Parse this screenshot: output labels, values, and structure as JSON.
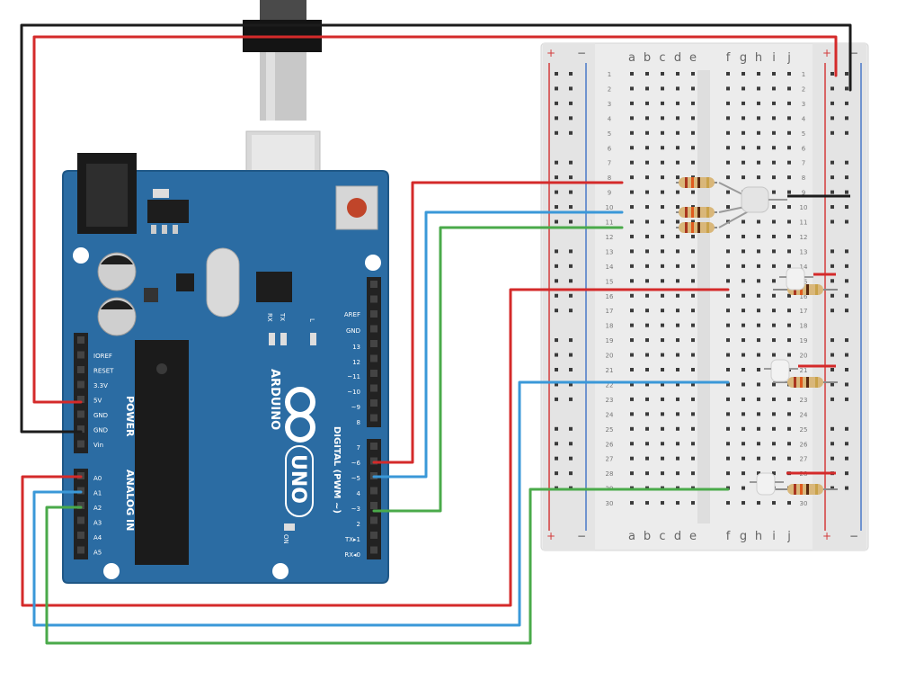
{
  "colors": {
    "board": "#2b6ca3",
    "board_edge": "#1f5786",
    "header": "#222222",
    "wire_red": "#d42a2a",
    "wire_black": "#1c1c1c",
    "wire_blue": "#3a98d8",
    "wire_green": "#4aaa4a",
    "breadboard": "#ececec",
    "rail_red": "#d33b3b",
    "rail_blue": "#4a78c8"
  },
  "arduino": {
    "model": "UNO",
    "brand": "ARDUINO",
    "power_header_title": "POWER",
    "analog_header_title": "ANALOG IN",
    "digital_header_title": "DIGITAL (PWM ~)",
    "on_label": "ON",
    "tx_label": "TX",
    "rx_label": "RX",
    "l_label": "L",
    "power_pins": [
      "IOREF",
      "RESET",
      "3.3V",
      "5V",
      "GND",
      "GND",
      "Vin"
    ],
    "analog_pins": [
      "A0",
      "A1",
      "A2",
      "A3",
      "A4",
      "A5"
    ],
    "digital_pins_top": [
      "AREF",
      "GND",
      "13",
      "12",
      "~11",
      "~10",
      "~9",
      "8"
    ],
    "digital_pins_bottom": [
      "7",
      "~6",
      "~5",
      "4",
      "~3",
      "2",
      "TX▸1",
      "RX◂0"
    ]
  },
  "breadboard": {
    "columns_left": [
      "a",
      "b",
      "c",
      "d",
      "e"
    ],
    "columns_right": [
      "f",
      "g",
      "h",
      "i",
      "j"
    ],
    "rows": 30,
    "rail_plus": "+",
    "rail_minus": "−"
  }
}
